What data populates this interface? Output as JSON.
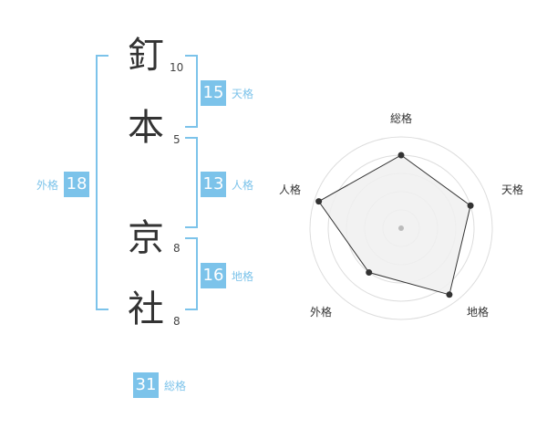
{
  "name": {
    "characters": [
      {
        "char": "釘",
        "strokes": "10"
      },
      {
        "char": "本",
        "strokes": "5"
      },
      {
        "char": "京",
        "strokes": "8"
      },
      {
        "char": "社",
        "strokes": "8"
      }
    ]
  },
  "kaku": {
    "tenkaku": {
      "value": "15",
      "label": "天格"
    },
    "jinkaku": {
      "value": "13",
      "label": "人格"
    },
    "chikaku": {
      "value": "16",
      "label": "地格"
    },
    "gaikaku": {
      "value": "18",
      "label": "外格"
    },
    "soukaku": {
      "value": "31",
      "label": "総格"
    }
  },
  "radar": {
    "axes": [
      "総格",
      "天格",
      "地格",
      "外格",
      "人格"
    ],
    "values": [
      0.8,
      0.8,
      0.9,
      0.6,
      0.95
    ],
    "rings": 5,
    "fill_color": "#f0f0f0",
    "line_color": "#333333",
    "ring_color": "#dddddd"
  },
  "colors": {
    "accent": "#7cc3ea"
  }
}
